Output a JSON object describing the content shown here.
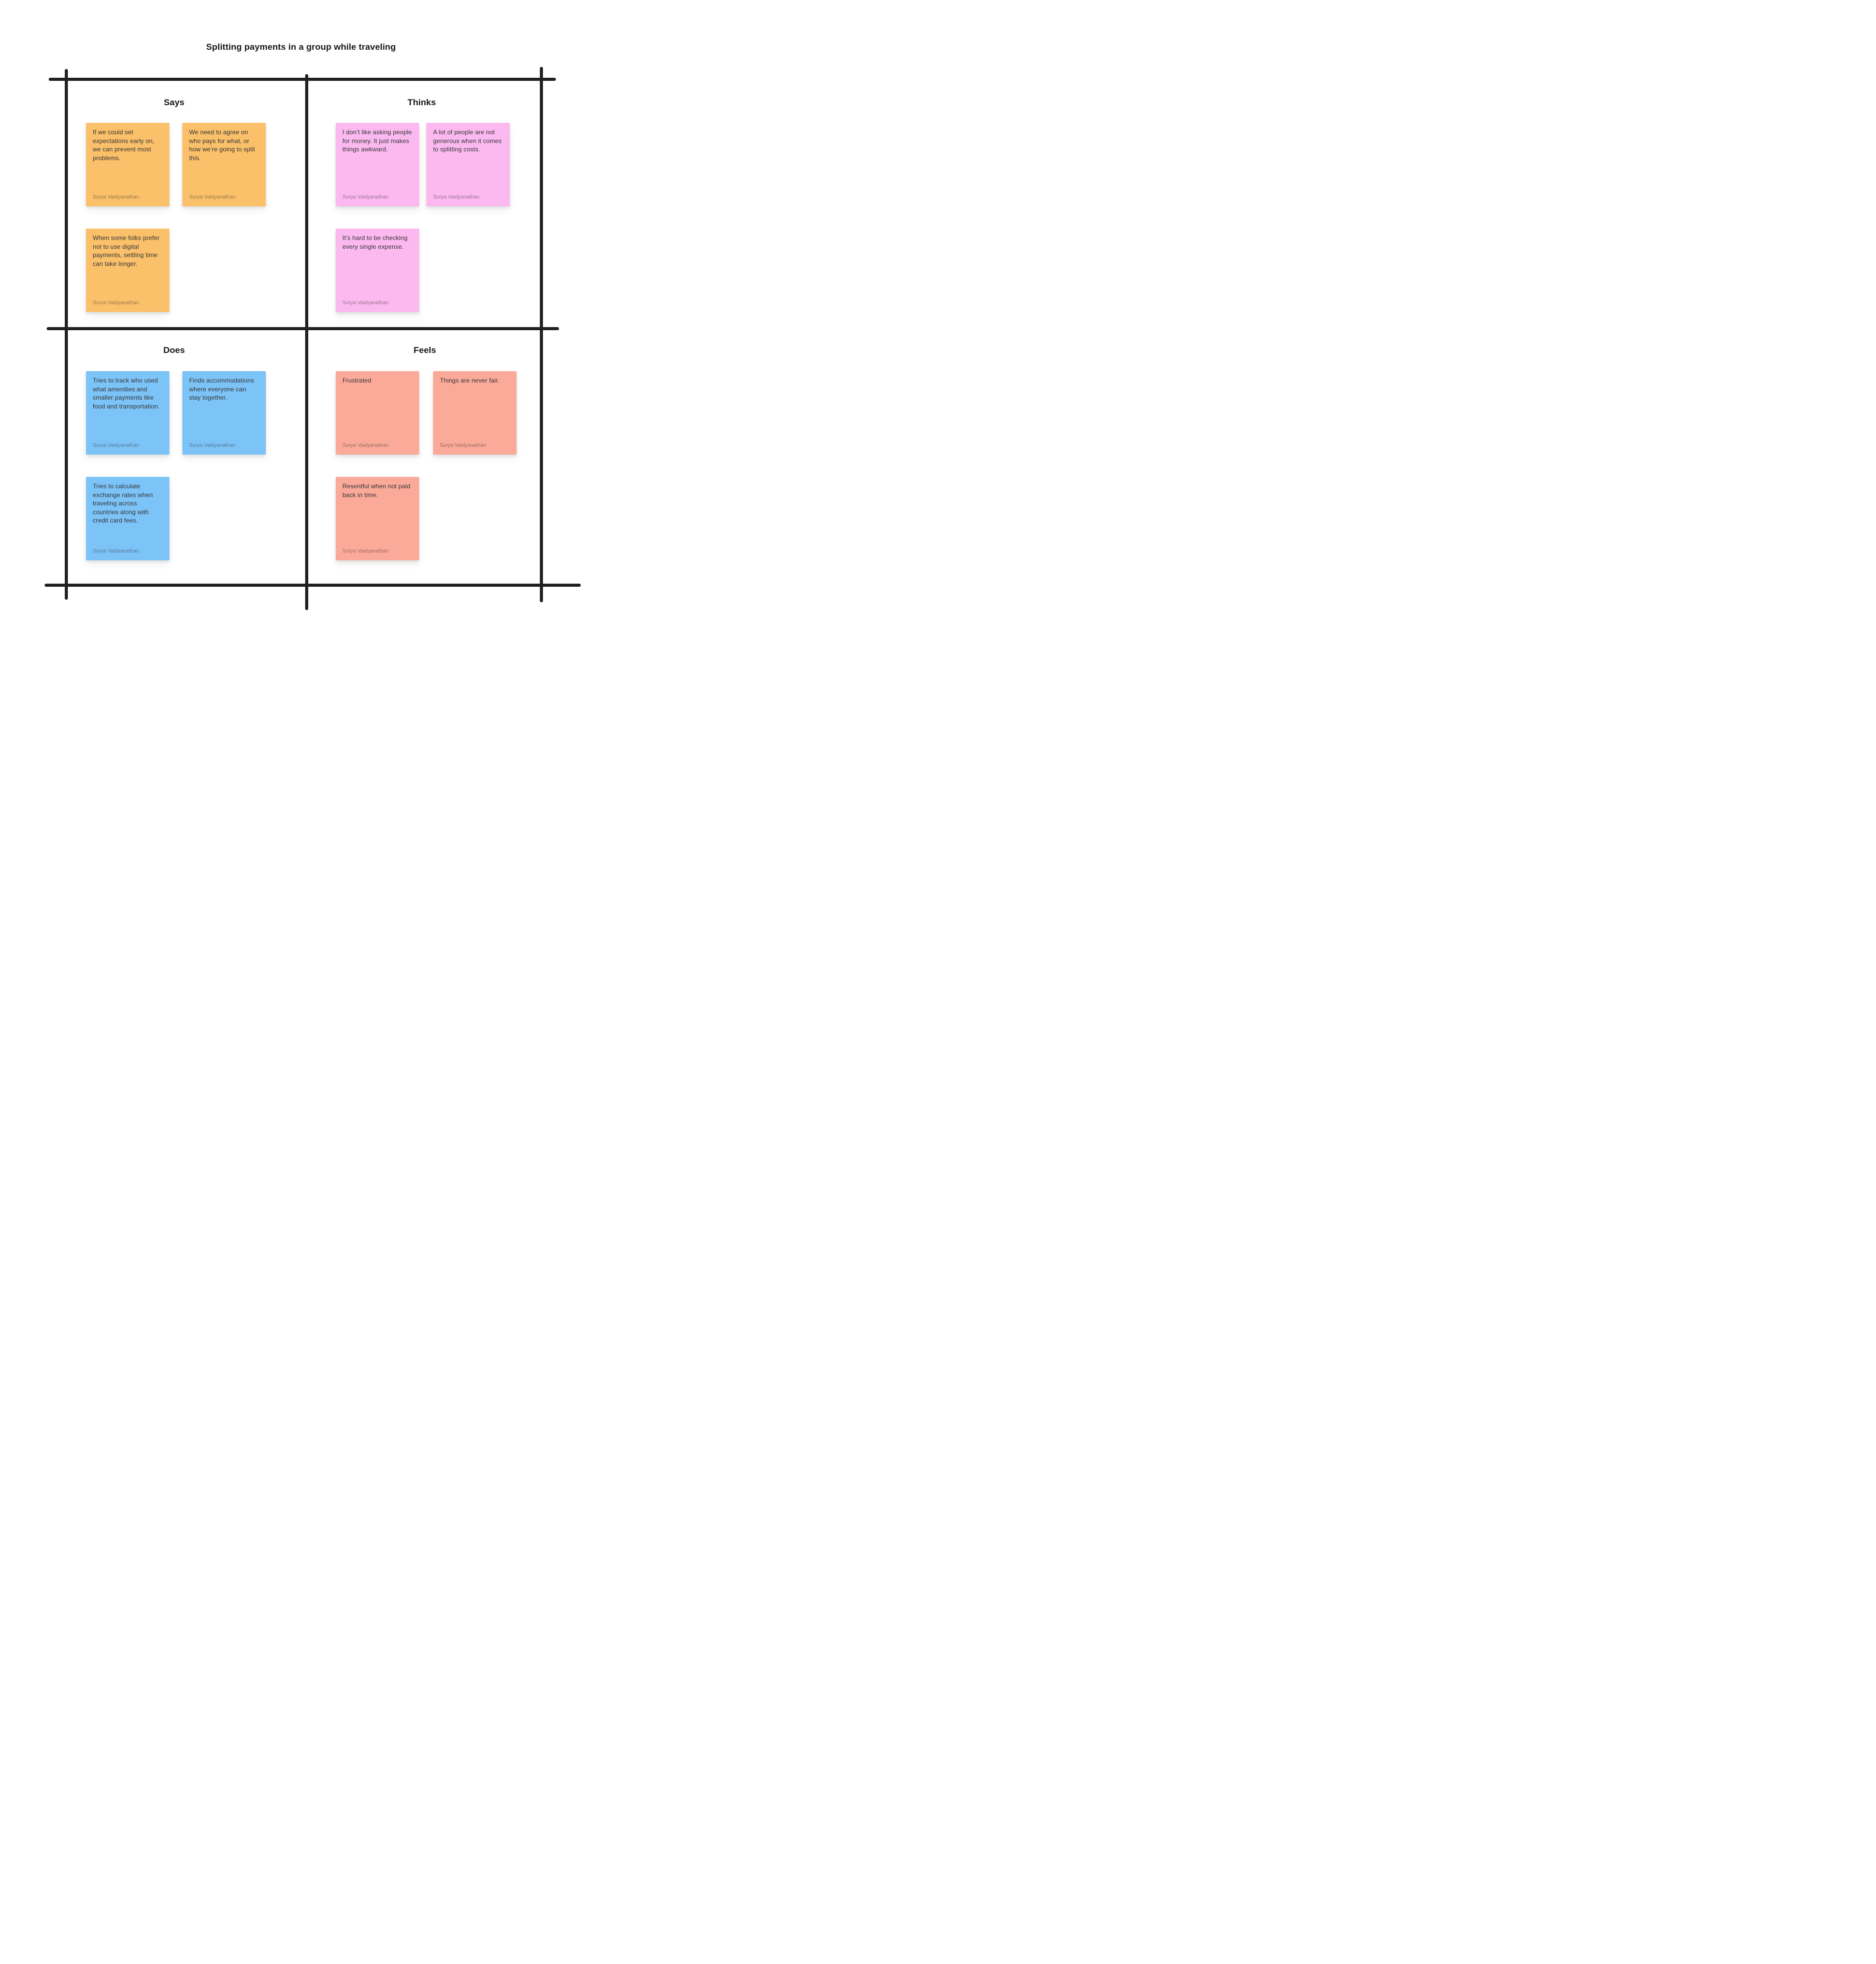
{
  "title": "Splitting payments in a group while traveling",
  "colors": {
    "says_note": "#FAC06A",
    "thinks_note": "#FBB9F0",
    "does_note": "#7CC3F8",
    "feels_note": "#FBAA9A",
    "grid_line": "#212121",
    "heading_text": "#161616",
    "note_text": "#363636"
  },
  "quadrants": [
    {
      "id": "says",
      "label": "Says",
      "note_color": "#FAC06A",
      "notes": [
        {
          "text": "If we could set expectations early on, we can prevent most problems.",
          "author": "Surya Vaidyanathan"
        },
        {
          "text": "We need to agree on who pays for what, or how we’re going to split this.",
          "author": "Surya Vaidyanathan"
        },
        {
          "text": "When some folks prefer not to use digital payments, settling time can take longer.",
          "author": "Surya Vaidyanathan"
        }
      ]
    },
    {
      "id": "thinks",
      "label": "Thinks",
      "note_color": "#FBB9F0",
      "notes": [
        {
          "text": "I don’t like asking people for money. It just makes things awkward.",
          "author": "Surya Vaidyanathan"
        },
        {
          "text": "A lot of people are not generous when it comes to splitting costs.",
          "author": "Surya Vaidyanathan"
        },
        {
          "text": "It’s hard to be checking every single expense.",
          "author": "Surya Vaidyanathan"
        }
      ]
    },
    {
      "id": "does",
      "label": "Does",
      "note_color": "#7CC3F8",
      "notes": [
        {
          "text": "Tries to track who used what amenities and smaller payments like food and transportation.",
          "author": "Surya Vaidyanathan"
        },
        {
          "text": "Finds accommodations where everyone can stay together.",
          "author": "Surya Vaidyanathan"
        },
        {
          "text": "Tries to calculate exchange rates when traveling across countries along with credit card fees.",
          "author": "Surya Vaidyanathan"
        }
      ]
    },
    {
      "id": "feels",
      "label": "Feels",
      "note_color": "#FBAA9A",
      "notes": [
        {
          "text": "Frustrated",
          "author": "Surya Vaidyanathan"
        },
        {
          "text": "Things are never fair.",
          "author": "Surya Vaidyanathan"
        },
        {
          "text": "Resentful when not paid back in time.",
          "author": "Surya Vaidyanathan"
        }
      ]
    }
  ]
}
